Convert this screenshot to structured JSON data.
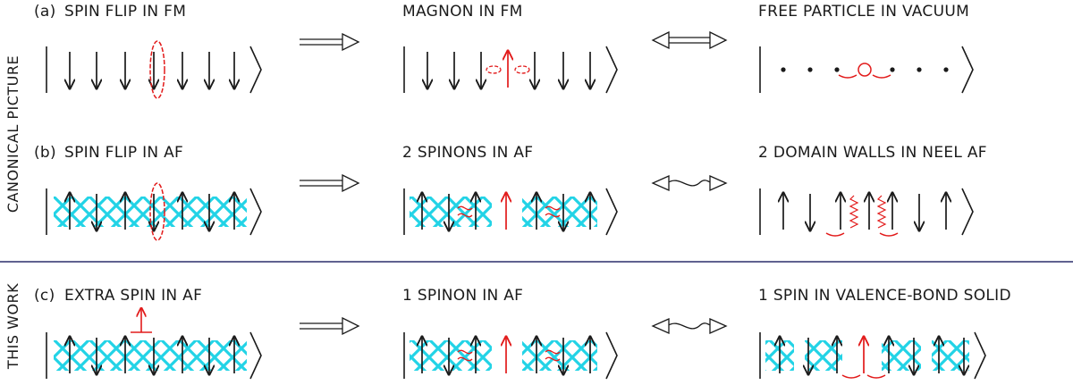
{
  "side_labels": {
    "top": "CANONICAL PICTURE",
    "bottom": "THIS WORK"
  },
  "rows": [
    {
      "tag": "(a)",
      "left": "SPIN FLIP IN FM",
      "middle": "MAGNON IN FM",
      "right": "FREE PARTICLE IN VACUUM"
    },
    {
      "tag": "(b)",
      "left": "SPIN FLIP IN AF",
      "middle": "2 SPINONS IN AF",
      "right": "2 DOMAIN WALLS IN NEEL AF"
    },
    {
      "tag": "(c)",
      "left": "EXTRA SPIN IN AF",
      "middle": "1 SPINON IN AF",
      "right": "1 SPIN IN VALENCE-BOND SOLID"
    }
  ],
  "colors": {
    "ink": "#1a1a1a",
    "highlight": "#e21b1b",
    "bond": "#22d3e6",
    "divider": "#2b2f6b"
  }
}
